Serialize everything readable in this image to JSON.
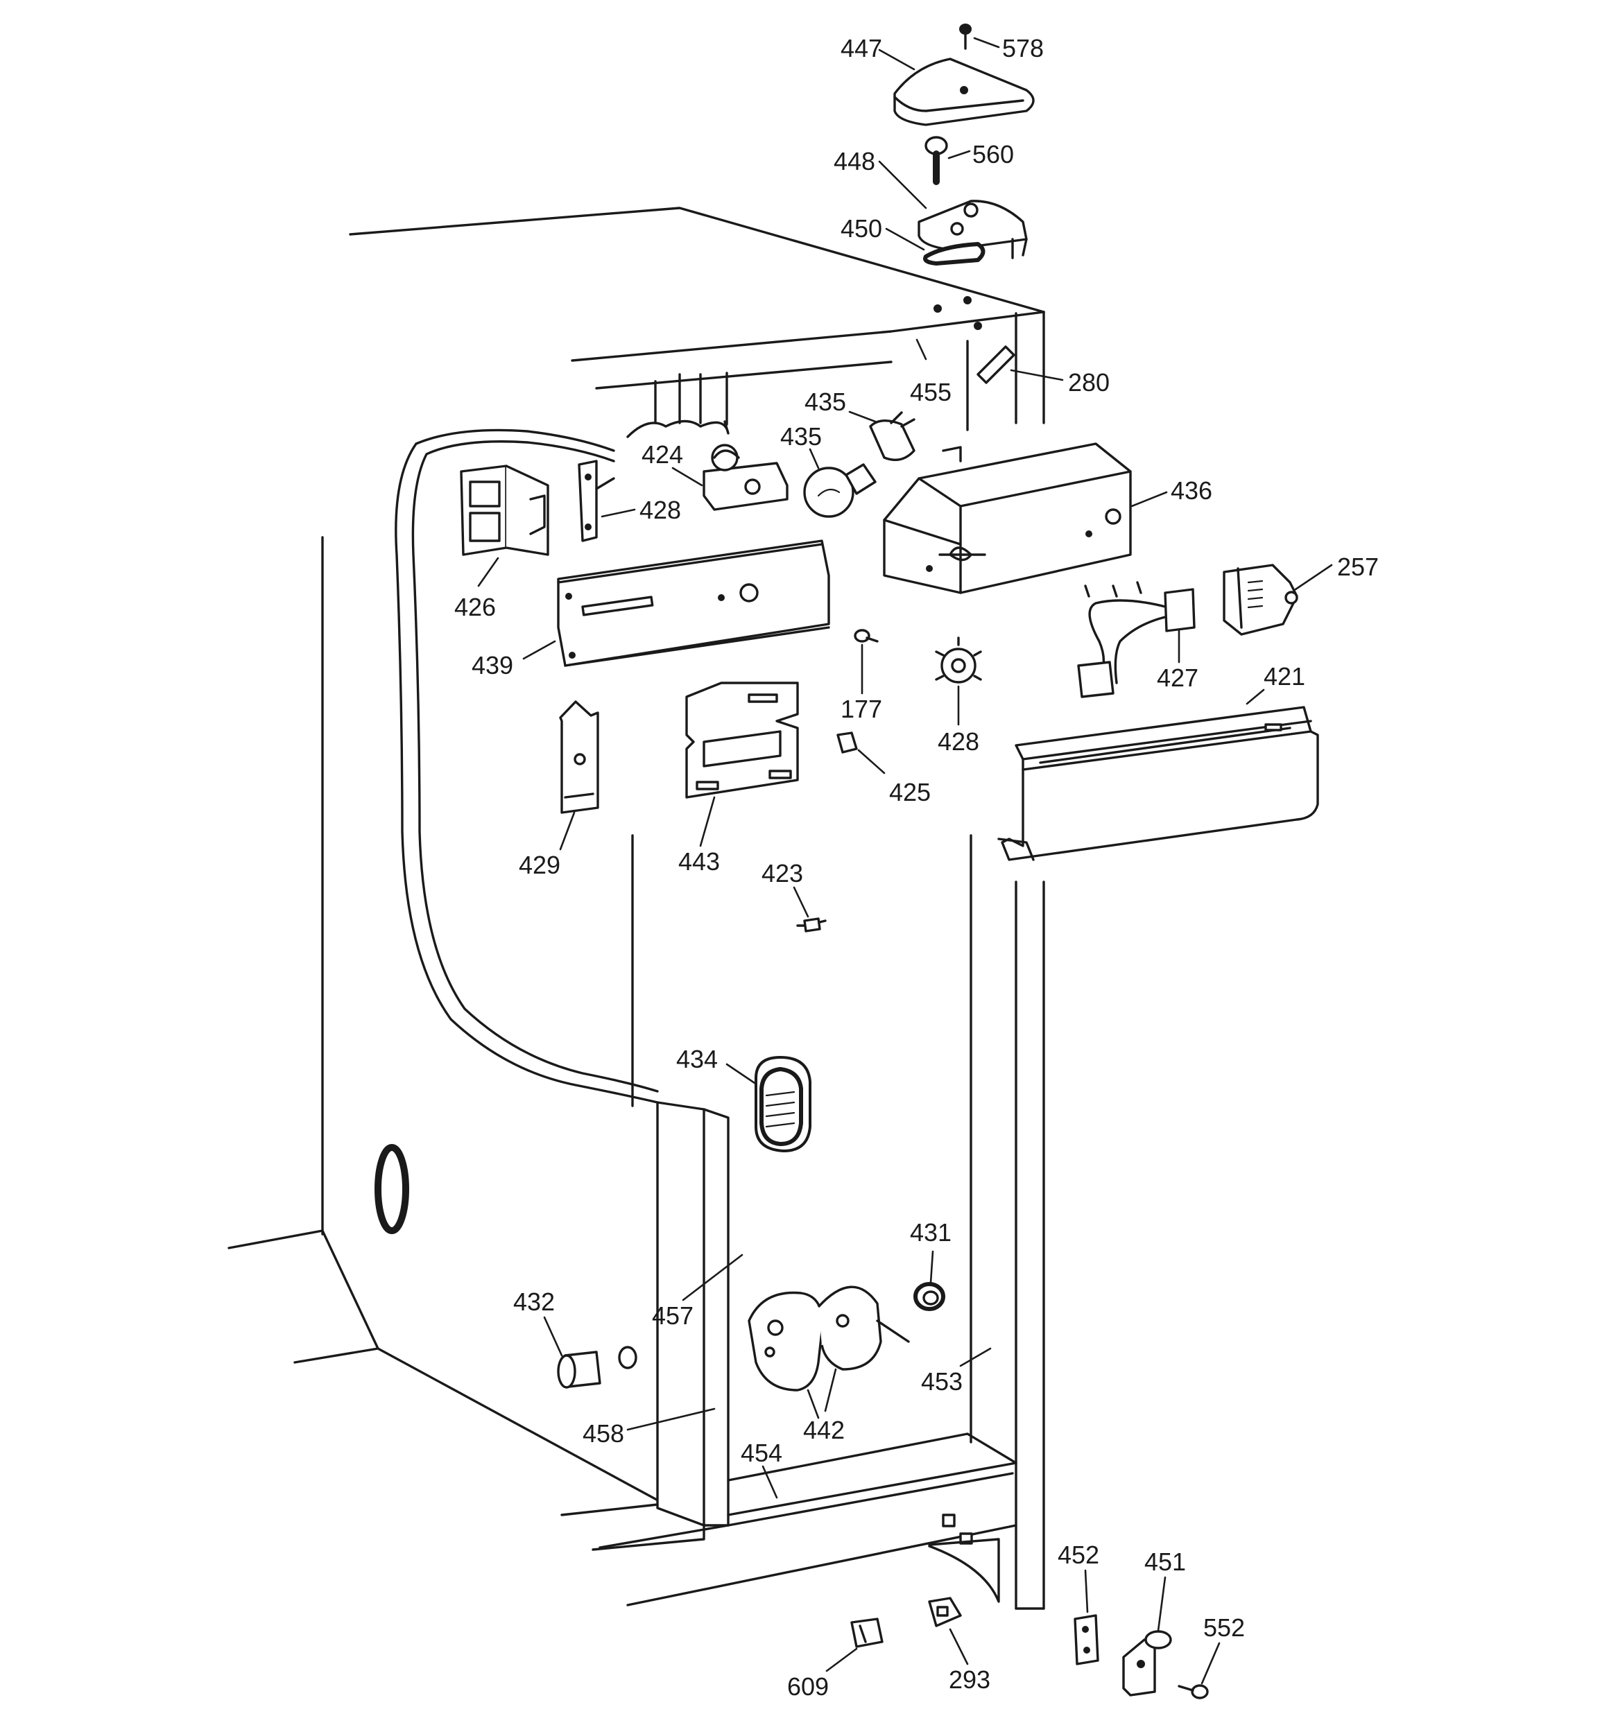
{
  "labels": [
    {
      "id": "447",
      "text": "447"
    },
    {
      "id": "578",
      "text": "578"
    },
    {
      "id": "448",
      "text": "448"
    },
    {
      "id": "560",
      "text": "560"
    },
    {
      "id": "450",
      "text": "450"
    },
    {
      "id": "280",
      "text": "280"
    },
    {
      "id": "455",
      "text": "455"
    },
    {
      "id": "435a",
      "text": "435"
    },
    {
      "id": "435b",
      "text": "435"
    },
    {
      "id": "424",
      "text": "424"
    },
    {
      "id": "428a",
      "text": "428"
    },
    {
      "id": "426",
      "text": "426"
    },
    {
      "id": "436",
      "text": "436"
    },
    {
      "id": "257",
      "text": "257"
    },
    {
      "id": "439",
      "text": "439"
    },
    {
      "id": "177",
      "text": "177"
    },
    {
      "id": "428b",
      "text": "428"
    },
    {
      "id": "427",
      "text": "427"
    },
    {
      "id": "421",
      "text": "421"
    },
    {
      "id": "425",
      "text": "425"
    },
    {
      "id": "429",
      "text": "429"
    },
    {
      "id": "443",
      "text": "443"
    },
    {
      "id": "423",
      "text": "423"
    },
    {
      "id": "434",
      "text": "434"
    },
    {
      "id": "431",
      "text": "431"
    },
    {
      "id": "432",
      "text": "432"
    },
    {
      "id": "457",
      "text": "457"
    },
    {
      "id": "453",
      "text": "453"
    },
    {
      "id": "442",
      "text": "442"
    },
    {
      "id": "458",
      "text": "458"
    },
    {
      "id": "454",
      "text": "454"
    },
    {
      "id": "452",
      "text": "452"
    },
    {
      "id": "451",
      "text": "451"
    },
    {
      "id": "552",
      "text": "552"
    },
    {
      "id": "609",
      "text": "609"
    },
    {
      "id": "293",
      "text": "293"
    }
  ]
}
